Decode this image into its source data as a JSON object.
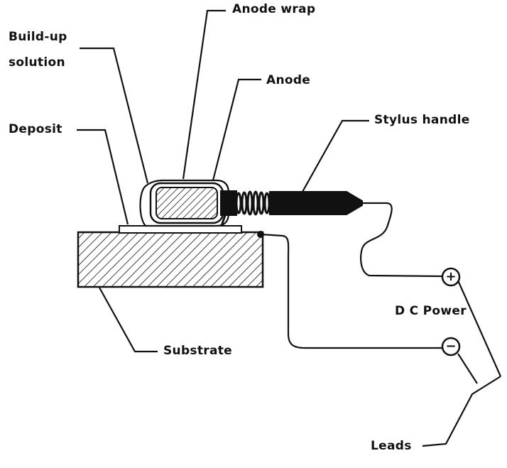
{
  "labels": {
    "anode_wrap": "Anode wrap",
    "build_up_line1": "Build-up",
    "build_up_line2": "solution",
    "anode": "Anode",
    "deposit": "Deposit",
    "stylus_handle": "Stylus handle",
    "dc_power": "D C Power",
    "substrate": "Substrate",
    "leads": "Leads"
  },
  "terminals": {
    "positive": "+",
    "negative": "−"
  },
  "colors": {
    "ink": "#111111",
    "background": "#ffffff"
  }
}
